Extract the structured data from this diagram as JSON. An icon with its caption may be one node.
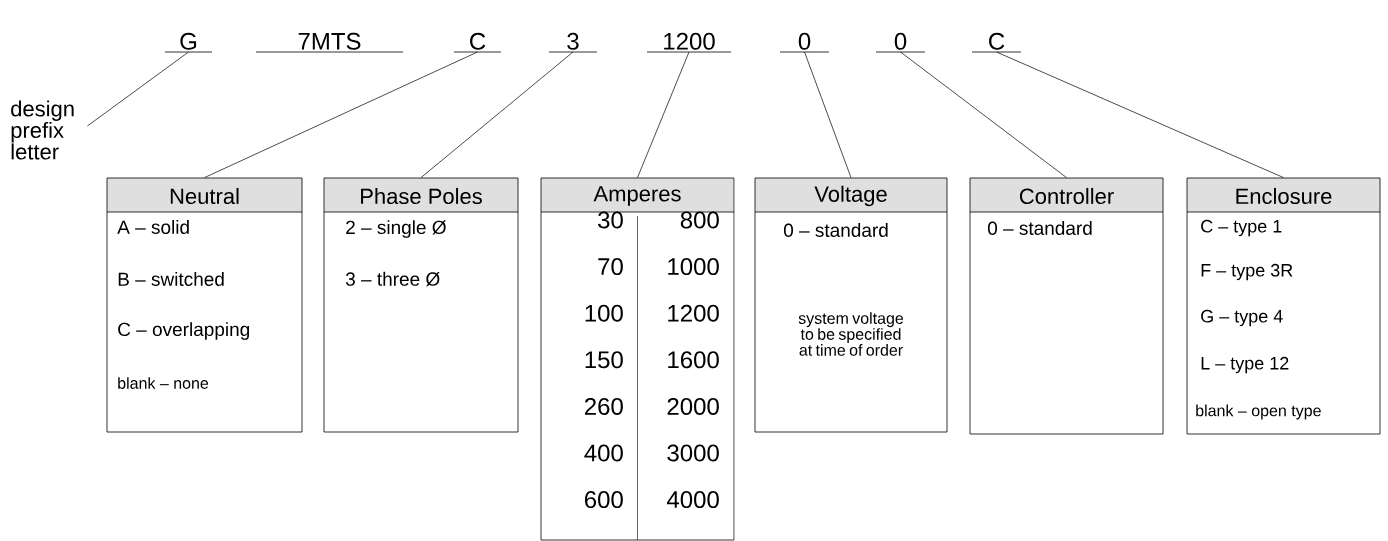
{
  "diagram": {
    "nodes": [
      {
        "text": [
          "G"
        ]
      },
      {
        "text": [
          "7MTS"
        ]
      },
      {
        "text": [
          "C"
        ]
      },
      {
        "text": [
          "3"
        ]
      },
      {
        "text": [
          "1200"
        ]
      },
      {
        "text": [
          "0"
        ]
      },
      {
        "text": [
          "0"
        ]
      },
      {
        "text": [
          "C"
        ]
      },
      {
        "text": [
          "design prefix letter"
        ]
      },
      {
        "text": [
          "Neutral",
          "A – solid",
          "B – switched",
          "C – overlapping",
          "blank – none"
        ]
      },
      {
        "text": [
          "Phase Poles",
          "2 – single Ø",
          "3 – three Ø"
        ]
      },
      {
        "text": [
          "Amperes",
          "30",
          "70",
          "100",
          "150",
          "260",
          "400",
          "600",
          "800",
          "1000",
          "1200",
          "1600",
          "2000",
          "3000",
          "4000"
        ]
      },
      {
        "text": [
          "Voltage",
          "0 – standard",
          "system voltage to be specified at time of order"
        ]
      },
      {
        "text": [
          "Controller",
          "0 – standard"
        ]
      },
      {
        "text": [
          "Enclosure",
          "C – type 1",
          "F – type 3R",
          "G – type 4",
          "L – type 12",
          "blank – open type"
        ]
      }
    ],
    "edges": [
      {
        "from": 8,
        "to": 0,
        "arrow": "none"
      },
      {
        "from": 2,
        "to": 9,
        "arrow": "none"
      },
      {
        "from": 3,
        "to": 10,
        "arrow": "none"
      },
      {
        "from": 4,
        "to": 11,
        "arrow": "none"
      },
      {
        "from": 5,
        "to": 12,
        "arrow": "none"
      },
      {
        "from": 6,
        "to": 13,
        "arrow": "none"
      },
      {
        "from": 7,
        "to": 14,
        "arrow": "none"
      }
    ]
  }
}
